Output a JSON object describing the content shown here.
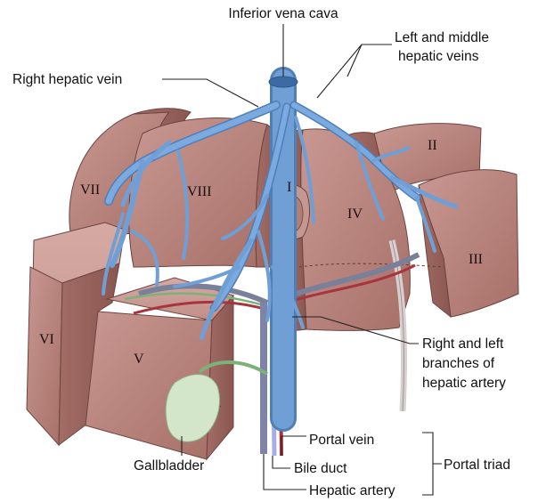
{
  "labels": {
    "ivc": "Inferior vena cava",
    "left_middle_l1": "Left and middle",
    "left_middle_l2": "hepatic veins",
    "right_hv": "Right hepatic vein",
    "branches_l1": "Right and left",
    "branches_l2": "branches of",
    "branches_l3": "hepatic artery",
    "portal_vein": "Portal vein",
    "bile_duct": "Bile duct",
    "hepatic_artery": "Hepatic artery",
    "portal_triad": "Portal triad",
    "gallbladder": "Gallbladder"
  },
  "segments": {
    "s1": "I",
    "s2": "II",
    "s3": "III",
    "s4": "IV",
    "s5": "V",
    "s6": "VI",
    "s7": "VII",
    "s8": "VIII"
  },
  "colors": {
    "liver": "#b88780",
    "liver_dark": "#8f5f59",
    "liver_light": "#cfa39c",
    "vein": "#6f9fd4",
    "vein_dark": "#4f7fb8",
    "artery": "#a8343d",
    "bile": "#7bb27a",
    "gallbladder": "#cfe5c6"
  }
}
